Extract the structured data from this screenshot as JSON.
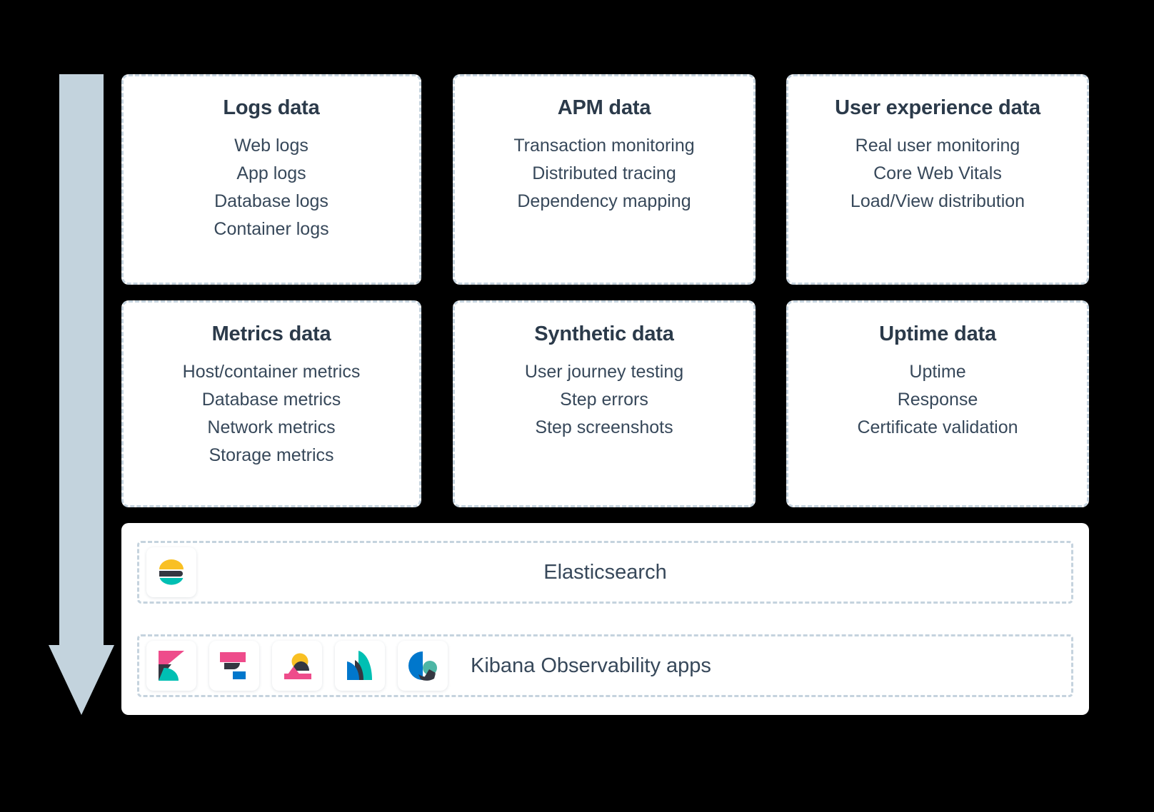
{
  "diagram": {
    "flow_arrow": {
      "direction": "down",
      "color": "#c3d3dd",
      "name": "data-flow-arrow"
    },
    "cards": [
      {
        "id": "logs-data",
        "title": "Logs data",
        "items": [
          "Web logs",
          "App logs",
          "Database logs",
          "Container logs"
        ]
      },
      {
        "id": "apm-data",
        "title": "APM data",
        "items": [
          "Transaction monitoring",
          "Distributed tracing",
          "Dependency mapping"
        ]
      },
      {
        "id": "user-experience-data",
        "title": "User experience data",
        "items": [
          "Real user monitoring",
          "Core Web Vitals",
          "Load/View distribution"
        ]
      },
      {
        "id": "metrics-data",
        "title": "Metrics data",
        "items": [
          "Host/container metrics",
          "Database metrics",
          "Network metrics",
          "Storage metrics"
        ]
      },
      {
        "id": "synthetic-data",
        "title": "Synthetic data",
        "items": [
          "User journey testing",
          "Step errors",
          "Step screenshots"
        ]
      },
      {
        "id": "uptime-data",
        "title": "Uptime data",
        "items": [
          "Uptime",
          "Response",
          "Certificate validation"
        ]
      }
    ],
    "stack": {
      "elasticsearch": {
        "label": "Elasticsearch",
        "logo": "elasticsearch-logo"
      },
      "kibana": {
        "label": "Kibana Observability apps",
        "logos": [
          "kibana-logo",
          "apm-logo",
          "observability-logo",
          "uptime-logo",
          "logs-metrics-logo"
        ]
      }
    },
    "colors": {
      "title_text": "#2b3a4a",
      "body_text": "#37485a",
      "card_border": "#c5d3de",
      "card_background": "#ffffff",
      "page_background": "#000000",
      "arrow": "#c3d3dd",
      "elastic_yellow": "#f9c023",
      "elastic_teal": "#00bfb3",
      "elastic_pink": "#ee4c8b",
      "elastic_blue": "#0077cc",
      "elastic_dark": "#343741"
    }
  }
}
